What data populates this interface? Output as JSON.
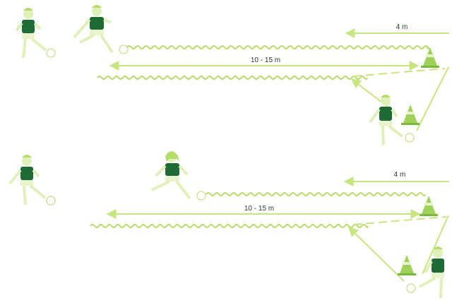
{
  "colors": {
    "line": "#c8e680",
    "wave": "#b8dc6a",
    "cone": "#9fd25a",
    "cone_dark": "#7cb83c",
    "shirt": "#1f6b35",
    "skin": "#dff0b8",
    "shorts": "#e8f5cc",
    "ball": "#ffffff",
    "text": "#2c3a2c"
  },
  "diagrams": [
    {
      "distance_label": "10 - 15 m",
      "cone_gap_label": "4 m",
      "players": [
        {
          "role": "waiting-player",
          "icon": "player-kicking-icon"
        },
        {
          "role": "dribbling-player",
          "icon": "player-running-icon"
        },
        {
          "role": "receiving-player",
          "icon": "player-receiving-icon"
        }
      ],
      "cones": [
        "cone-icon",
        "cone-icon"
      ]
    },
    {
      "distance_label": "10 - 15 m",
      "cone_gap_label": "4 m",
      "players": [
        {
          "role": "waiting-player",
          "icon": "player-kicking-icon"
        },
        {
          "role": "dribbling-player",
          "icon": "player-running-icon"
        },
        {
          "role": "receiving-player",
          "icon": "player-receiving-icon"
        }
      ],
      "cones": [
        "cone-icon",
        "cone-icon"
      ]
    }
  ]
}
